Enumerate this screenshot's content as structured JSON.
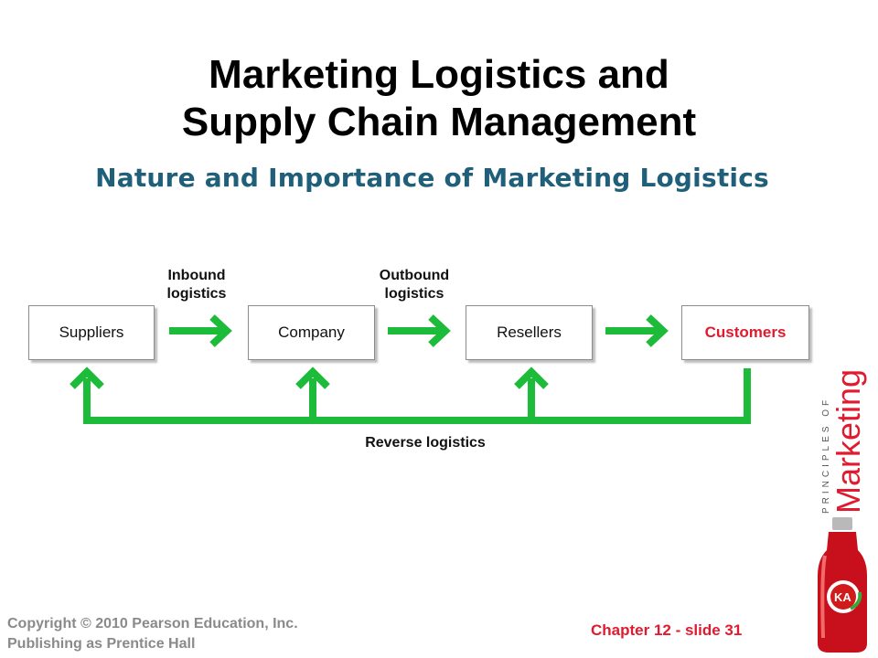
{
  "slide": {
    "title_line1": "Marketing Logistics and",
    "title_line2": "Supply Chain Management",
    "subtitle": "Nature and Importance of Marketing Logistics"
  },
  "diagram": {
    "nodes": [
      "Suppliers",
      "Company",
      "Resellers",
      "Customers"
    ],
    "highlighted_node": "Customers",
    "inbound_label": "Inbound logistics",
    "outbound_label": "Outbound logistics",
    "reverse_label": "Reverse logistics"
  },
  "branding": {
    "series_small_text": "PRINCIPLES OF",
    "series_large_text": "Marketing",
    "bottle_label": "KA"
  },
  "footer": {
    "copyright_line1": "Copyright © 2010 Pearson Education, Inc.",
    "copyright_line2": "Publishing as Prentice Hall",
    "slide_ref": "Chapter 12 - slide 31"
  },
  "colors": {
    "arrow_green": "#1dbb3a",
    "subtitle_teal": "#1f5f7a",
    "accent_red": "#e01b2f",
    "footer_gray": "#8a8a8a"
  }
}
